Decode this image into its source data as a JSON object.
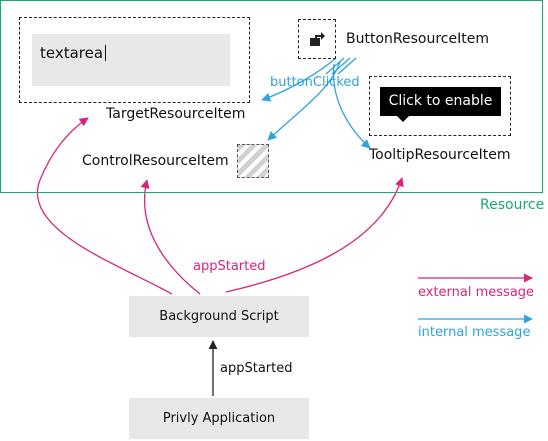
{
  "resource": {
    "label": "Resource"
  },
  "textarea": {
    "value": "textarea"
  },
  "button_resource": {
    "label": "ButtonResourceItem",
    "icon": "share-arrow-icon"
  },
  "tooltip": {
    "text": "Click to enable"
  },
  "target_resource": {
    "label": "TargetResourceItem"
  },
  "control_resource": {
    "label": "ControlResourceItem"
  },
  "tooltip_resource": {
    "label": "TooltipResourceItem"
  },
  "edges": {
    "button_clicked": "buttonClicked",
    "app_started_fanout": "appStarted",
    "app_started_up": "appStarted"
  },
  "nodes": {
    "background_script": "Background Script",
    "privly_application": "Privly Application"
  },
  "legend": {
    "external": "external message",
    "internal": "internal message"
  },
  "colors": {
    "external": "#d6257a",
    "internal": "#2ea3dd",
    "resource": "#1aa86b"
  }
}
